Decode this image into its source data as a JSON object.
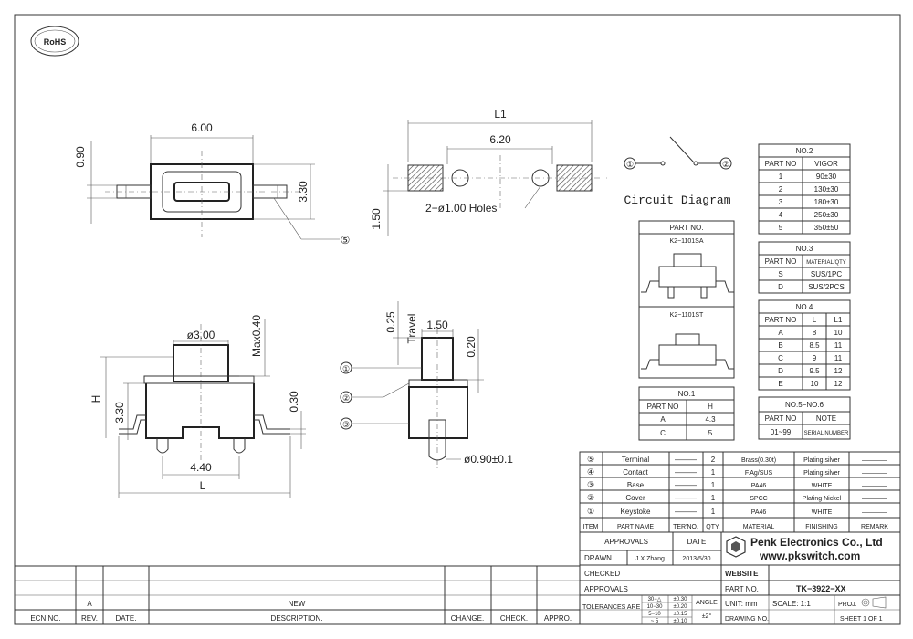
{
  "rohs": "RoHS",
  "top_view": {
    "width": "6.00",
    "height": "3.30",
    "tab": "0.90",
    "callout": "⑤"
  },
  "holes_view": {
    "L1": "L1",
    "pitch": "6.20",
    "offset": "1.50",
    "holes": "2−ø1.00 Holes"
  },
  "circuit": {
    "title": "Circuit Diagram",
    "p1": "①",
    "p2": "②"
  },
  "front_view": {
    "diam": "ø3.00",
    "max": "Max0.40",
    "H": "H",
    "h330": "3.30",
    "h030": "0.30",
    "w440": "4.40",
    "L": "L"
  },
  "side_view": {
    "travel_val": "0.25",
    "travel": "Travel",
    "w150": "1.50",
    "h020": "0.20",
    "pin": "ø0.90±0.1",
    "c1": "①",
    "c2": "②",
    "c3": "③"
  },
  "part_no_box": {
    "title": "PART NO.",
    "sa": "K2−1101SA",
    "st": "K2−1101ST"
  },
  "no1": {
    "title": "NO.1",
    "headers": [
      "PART NO",
      "H"
    ],
    "rows": [
      [
        "A",
        "4.3"
      ],
      [
        "C",
        "5"
      ]
    ]
  },
  "no2": {
    "title": "NO.2",
    "headers": [
      "PART NO",
      "VIGOR"
    ],
    "rows": [
      [
        "1",
        "90±30"
      ],
      [
        "2",
        "130±30"
      ],
      [
        "3",
        "180±30"
      ],
      [
        "4",
        "250±30"
      ],
      [
        "5",
        "350±50"
      ]
    ]
  },
  "no3": {
    "title": "NO.3",
    "headers": [
      "PART NO",
      "MATERIAL/QTY"
    ],
    "rows": [
      [
        "S",
        "SUS/1PC"
      ],
      [
        "D",
        "SUS/2PCS"
      ]
    ]
  },
  "no4": {
    "title": "NO.4",
    "headers": [
      "PART NO",
      "L",
      "L1"
    ],
    "rows": [
      [
        "A",
        "8",
        "10"
      ],
      [
        "B",
        "8.5",
        "11"
      ],
      [
        "C",
        "9",
        "11"
      ],
      [
        "D",
        "9.5",
        "12"
      ],
      [
        "E",
        "10",
        "12"
      ]
    ]
  },
  "no56": {
    "title": "NO.5−NO.6",
    "headers": [
      "PART NO",
      "NOTE"
    ],
    "rows": [
      [
        "01~99",
        "SERIAL NUMBER"
      ]
    ]
  },
  "bom": {
    "rows": [
      [
        "⑤",
        "Terminal",
        "———",
        "2",
        "Brass(0.30t)",
        "Plating silver",
        "————"
      ],
      [
        "④",
        "Contact",
        "———",
        "1",
        "F.Ag/SUS",
        "Plating silver",
        "————"
      ],
      [
        "③",
        "Base",
        "———",
        "1",
        "PA46",
        "WHITE",
        "————"
      ],
      [
        "②",
        "Cover",
        "———",
        "1",
        "SPCC",
        "Plating Nickel",
        "————"
      ],
      [
        "①",
        "Keystoke",
        "———",
        "1",
        "PA46",
        "WHITE",
        "————"
      ]
    ],
    "headers": [
      "ITEM",
      "PART NAME",
      "TER'NO.",
      "QTY.",
      "MATERIAL",
      "FINISHING",
      "REMARK"
    ]
  },
  "title_block": {
    "approvals": "APPROVALS",
    "date": "DATE",
    "drawn": "DRAWN",
    "drawn_by": "J.X.Zhang",
    "drawn_date": "2013/5/30",
    "checked": "CHECKED",
    "approvals2": "APPROVALS",
    "company": "Penk Electronics Co., Ltd",
    "url": "www.pkswitch.com",
    "website": "WEBSITE",
    "part_no_label": "PART NO.",
    "part_no": "TK−3922−XX",
    "tolerances": "TOLERANCES ARE",
    "tol_rows": [
      [
        "30−△",
        "±0.30"
      ],
      [
        "10−30",
        "±0.20"
      ],
      [
        "5−10",
        "±0.15"
      ],
      [
        "~ 5",
        "±0.10"
      ]
    ],
    "angle": "ANGLE",
    "angle_val": "±2°",
    "unit": "UNIT: mm",
    "scale": "SCALE:  1:1",
    "proj": "PROJ.",
    "drawing_no": "DRAWING NO.",
    "sheet": "SHEET  1 OF 1"
  },
  "revision": {
    "rev": "A",
    "desc": "NEW",
    "labels": [
      "ECN NO.",
      "REV.",
      "DATE.",
      "DESCRIPTION.",
      "CHANGE.",
      "CHECK.",
      "APPRO."
    ]
  }
}
